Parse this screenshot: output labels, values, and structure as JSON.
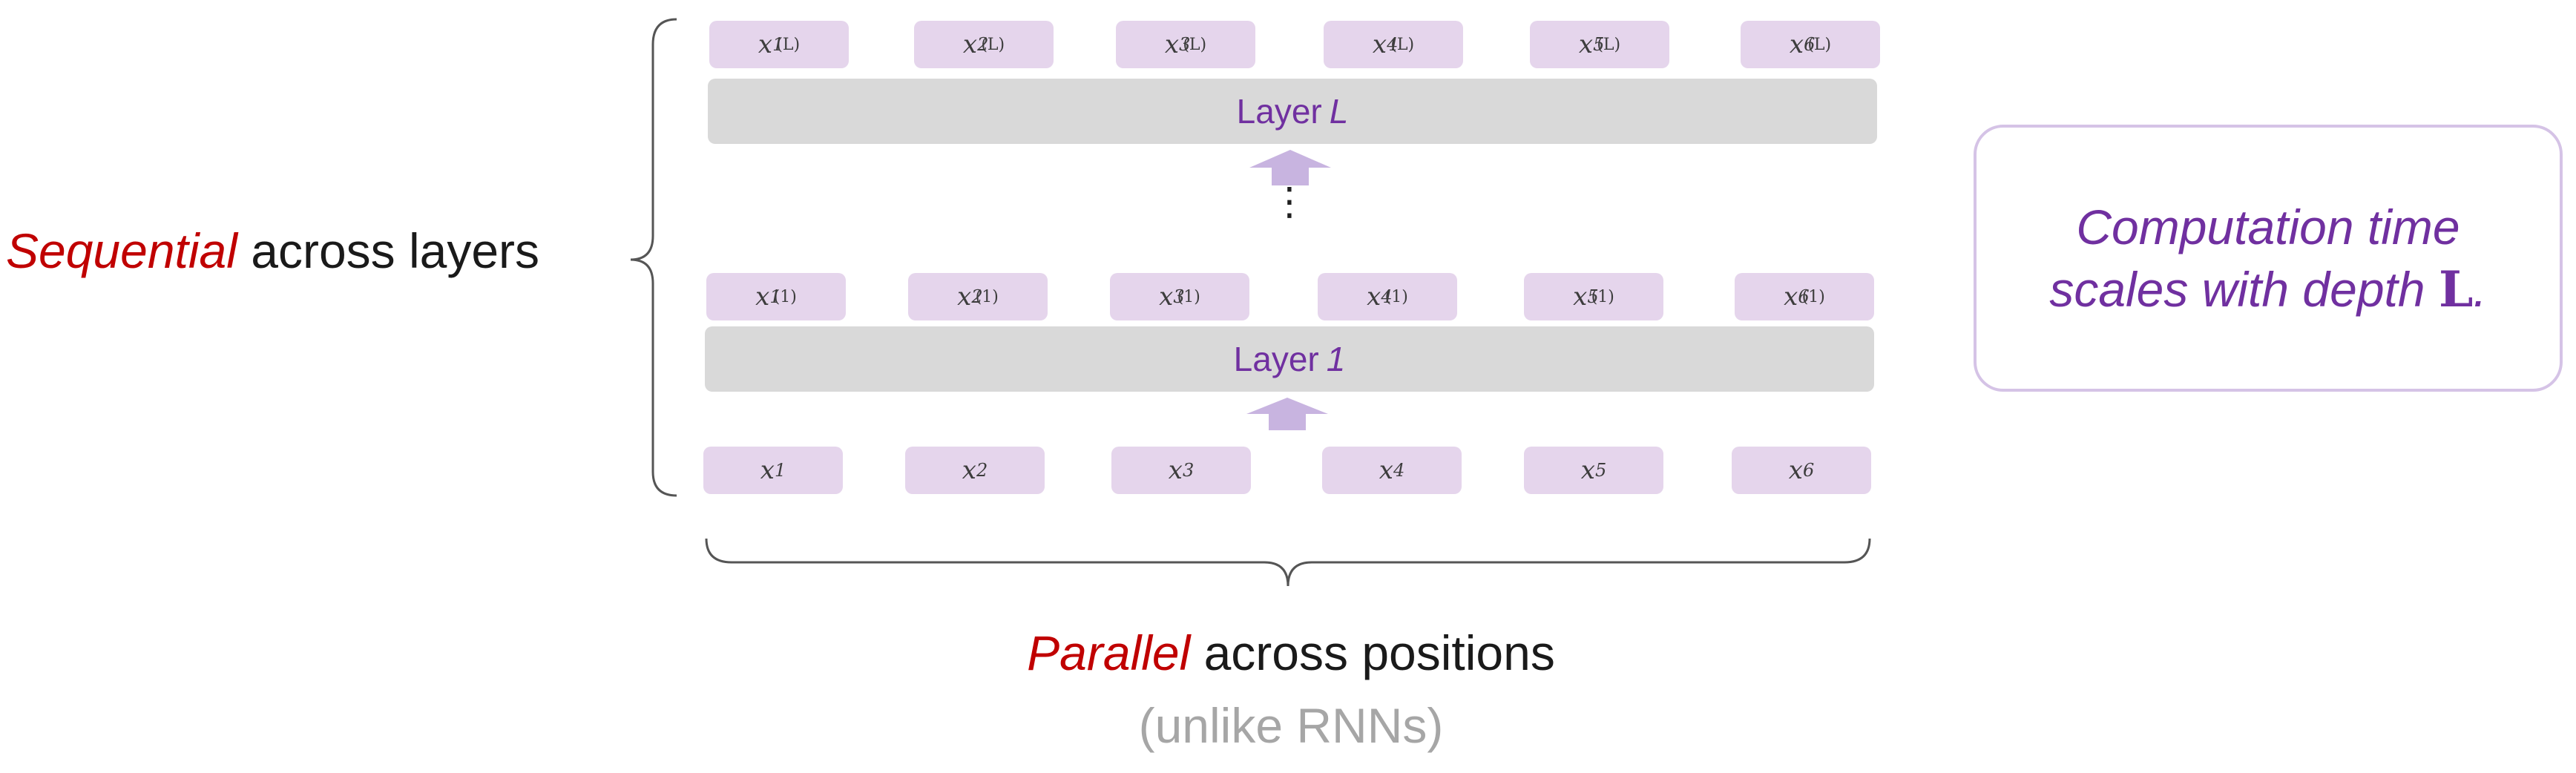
{
  "colors": {
    "token_bg": "#e5d5ec",
    "layer_bg": "#d9d9d9",
    "layer_text": "#7030a0",
    "accent_red": "#c00000",
    "note_gray": "#a6a6a6",
    "callout_border": "#d5c3e6",
    "arrow": "#c8b4e0"
  },
  "top_tokens": [
    {
      "base": "x",
      "sub": "1",
      "sup": "(L)"
    },
    {
      "base": "x",
      "sub": "2",
      "sup": "(L)"
    },
    {
      "base": "x",
      "sub": "3",
      "sup": "(L)"
    },
    {
      "base": "x",
      "sub": "4",
      "sup": "(L)"
    },
    {
      "base": "x",
      "sub": "5",
      "sup": "(L)"
    },
    {
      "base": "x",
      "sub": "6",
      "sup": "(L)"
    }
  ],
  "mid_tokens": [
    {
      "base": "x",
      "sub": "1",
      "sup": "(1)"
    },
    {
      "base": "x",
      "sub": "2",
      "sup": "(1)"
    },
    {
      "base": "x",
      "sub": "3",
      "sup": "(1)"
    },
    {
      "base": "x",
      "sub": "4",
      "sup": "(1)"
    },
    {
      "base": "x",
      "sub": "5",
      "sup": "(1)"
    },
    {
      "base": "x",
      "sub": "6",
      "sup": "(1)"
    }
  ],
  "input_tokens": [
    {
      "base": "x",
      "sub": "1"
    },
    {
      "base": "x",
      "sub": "2"
    },
    {
      "base": "x",
      "sub": "3"
    },
    {
      "base": "x",
      "sub": "4"
    },
    {
      "base": "x",
      "sub": "5"
    },
    {
      "base": "x",
      "sub": "6"
    }
  ],
  "layer_top": {
    "prefix": "Layer",
    "index": "L"
  },
  "layer_bottom": {
    "prefix": "Layer",
    "index": "1"
  },
  "vdots": "⋮",
  "sequential_label": {
    "accent": "Sequential",
    "rest": " across layers"
  },
  "parallel_label": {
    "accent": "Parallel",
    "rest": " across positions"
  },
  "parallel_note": "(unlike RNNs)",
  "callout": {
    "line1": "Computation time",
    "line2_prefix": "scales with depth ",
    "line2_var": "L",
    "line2_suffix": "."
  }
}
